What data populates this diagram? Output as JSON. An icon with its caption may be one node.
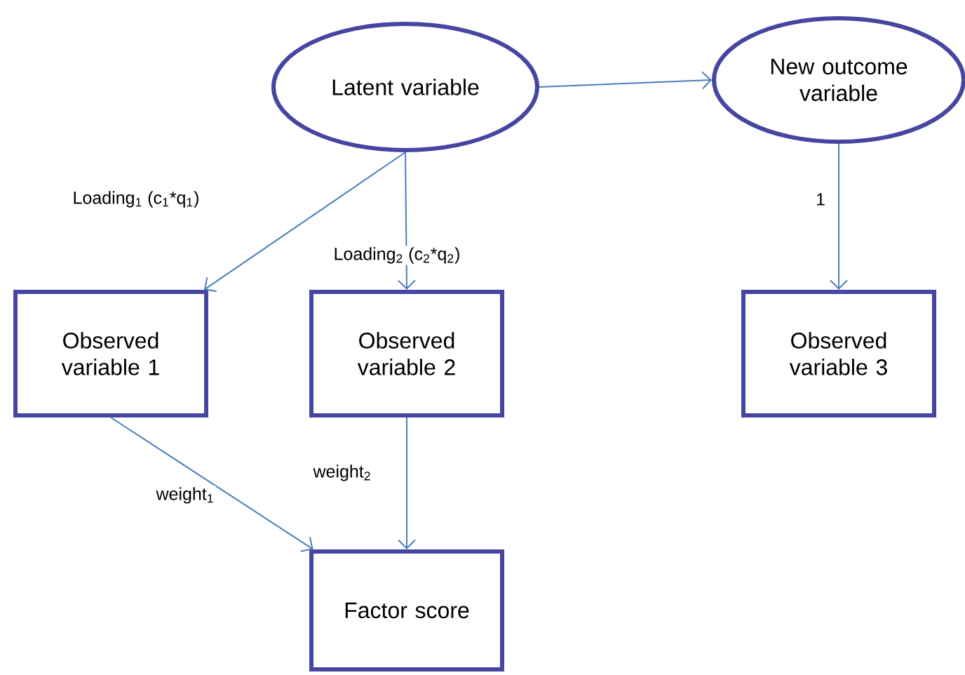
{
  "diagram": {
    "nodes": [
      {
        "text": [
          "Latent variable"
        ]
      },
      {
        "text": [
          "New outcome variable"
        ]
      },
      {
        "text": [
          "Observed variable 1"
        ]
      },
      {
        "text": [
          "Observed variable 2"
        ]
      },
      {
        "text": [
          "Observed variable 3"
        ]
      },
      {
        "text": [
          "Factor score"
        ]
      }
    ],
    "edges": [
      {
        "from": 0,
        "to": 1,
        "arrow": "to"
      },
      {
        "from": 0,
        "to": 2,
        "arrow": "to",
        "label": "Loading$_{1}$ (c$_{1}$*q$_{1}$)"
      },
      {
        "from": 0,
        "to": 3,
        "arrow": "to",
        "label": "Loading$_{2}$ (c$_{2}$*q$_{2}$)"
      },
      {
        "from": 1,
        "to": 4,
        "arrow": "to",
        "label": "1"
      },
      {
        "from": 2,
        "to": 5,
        "arrow": "to",
        "label": "weight$_{1}$"
      },
      {
        "from": 3,
        "to": 5,
        "arrow": "to",
        "label": "weight$_{2}$"
      }
    ]
  }
}
